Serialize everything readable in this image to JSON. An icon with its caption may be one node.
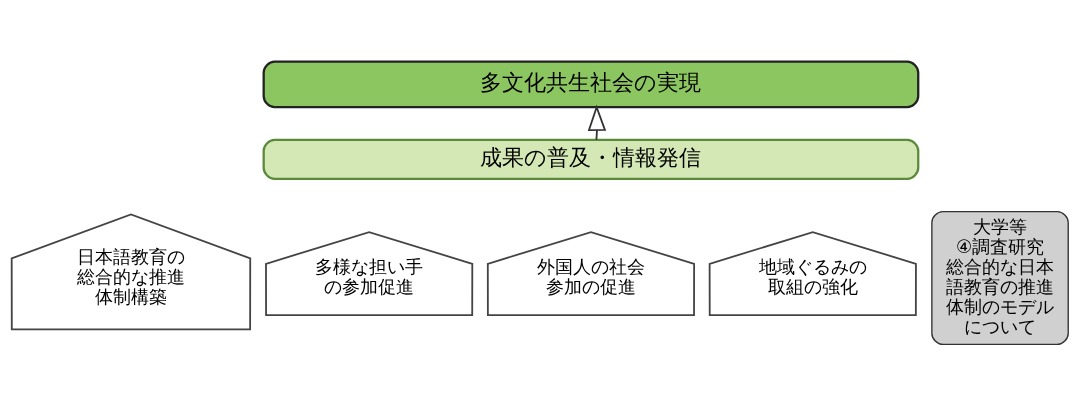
{
  "diagram": {
    "nodes": [
      {
        "text": [
          "多文化共生社会の実現"
        ]
      },
      {
        "text": [
          "成果の普及・情報発信"
        ]
      },
      {
        "text": [
          "日本語教育の総合的な推進体制構築"
        ]
      },
      {
        "text": [
          "多様な担い手の参加促進"
        ]
      },
      {
        "text": [
          "外国人の社会参加の促進"
        ]
      },
      {
        "text": [
          "地域ぐるみの取組の強化"
        ]
      },
      {
        "text": [
          "大学等",
          "④調査研究",
          "総合的な日本語教育の推進体制のモデルについて"
        ]
      }
    ],
    "edges": [
      {
        "from": 1,
        "to": 0,
        "arrow": "to"
      }
    ]
  }
}
